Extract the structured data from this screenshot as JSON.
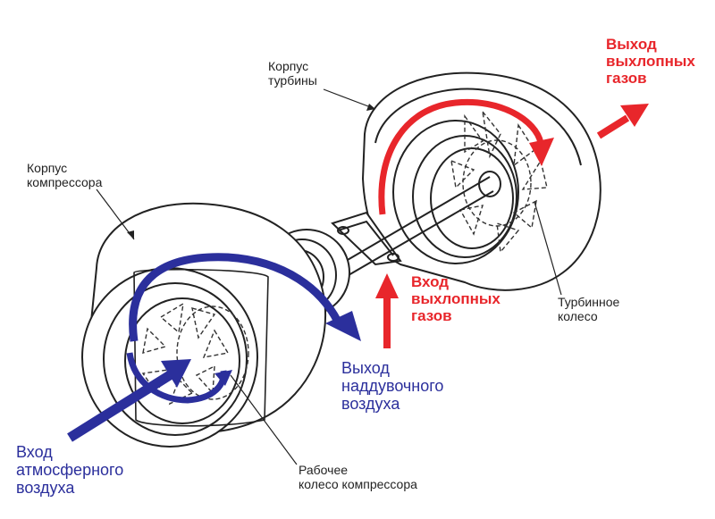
{
  "colors": {
    "exhaust": "#e8262b",
    "air": "#2b2f9c",
    "line": "#222222",
    "background": "#ffffff"
  },
  "labels": {
    "turbine_housing": [
      "Корпус",
      "турбины"
    ],
    "compressor_housing": [
      "Корпус",
      "компрессора"
    ],
    "exhaust_out": [
      "Выход",
      "выхлопных",
      "газов"
    ],
    "exhaust_in": [
      "Вход",
      "выхлопных",
      "газов"
    ],
    "turbine_wheel": [
      "Турбинное",
      "колесо"
    ],
    "boost_out": [
      "Выход",
      "наддувочного",
      "воздуха"
    ],
    "air_in": [
      "Вход",
      "атмосферного",
      "воздуха"
    ],
    "compressor_wheel": [
      "Рабочее",
      "колесо компрессора"
    ]
  }
}
